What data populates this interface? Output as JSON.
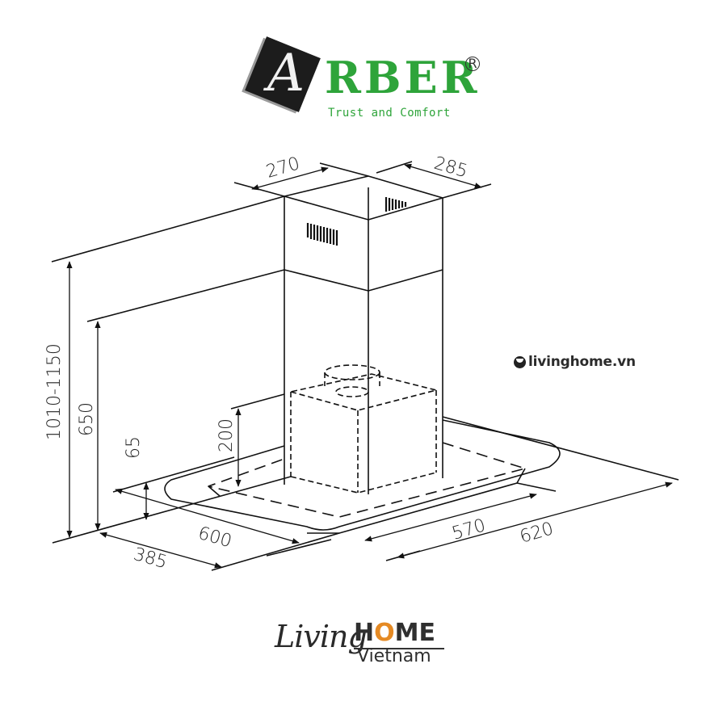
{
  "brand": {
    "mark_letter": "A",
    "name": "RBER",
    "registered": "R",
    "tagline": "Trust and Comfort",
    "color": "#2ea43a"
  },
  "watermark": {
    "icon": "livinghome-circle-icon",
    "text": "livinghome.vn"
  },
  "footer_logo": {
    "script": "Living",
    "word_prefix": "H",
    "word_o": "O",
    "word_suffix": "ME",
    "sub": "Vietnam",
    "accent": "#e58a24"
  },
  "diagram": {
    "subject": "Island cooker hood dimension drawing",
    "units": "mm",
    "dimensions": {
      "chimney_width": "270",
      "chimney_depth": "285",
      "total_height": "1010-1150",
      "body_height": "650",
      "motor_height": "200",
      "glass_thickness": "65",
      "canopy_depth": "385",
      "canopy_width": "600",
      "inner_width": "570",
      "outer_width": "620"
    }
  }
}
